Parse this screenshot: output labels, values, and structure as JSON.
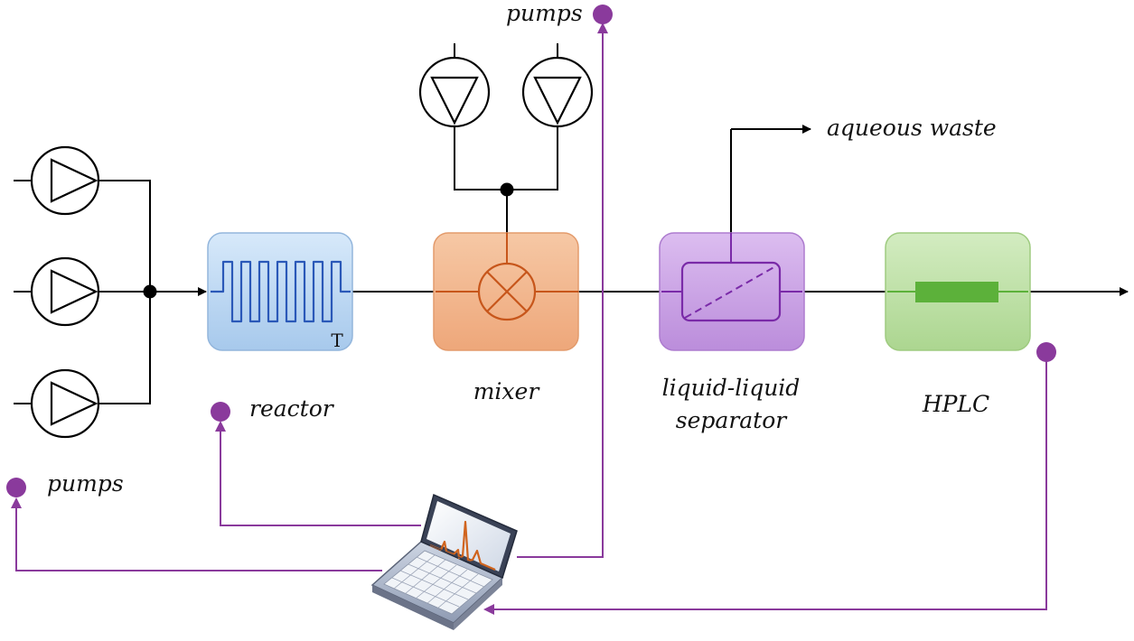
{
  "labels": {
    "pumps_top": "pumps",
    "pumps_left": "pumps",
    "aqueous_waste": "aqueous waste",
    "reactor": "reactor",
    "mixer": "mixer",
    "separator_line1": "liquid-liquid",
    "separator_line2": "separator",
    "hplc": "HPLC",
    "temperature_mark": "T"
  },
  "colors": {
    "reactor_fill": "#b7d6f2",
    "reactor_coil": "#2a58b8",
    "mixer_fill": "#f2b48a",
    "mixer_symbol": "#c7561b",
    "separator_fill": "#c79be3",
    "separator_symbol": "#7a2aa8",
    "hplc_fill": "#bde0a4",
    "hplc_column": "#5cb13a",
    "control_line": "#8a3a9c",
    "flow_line": "#000000"
  }
}
